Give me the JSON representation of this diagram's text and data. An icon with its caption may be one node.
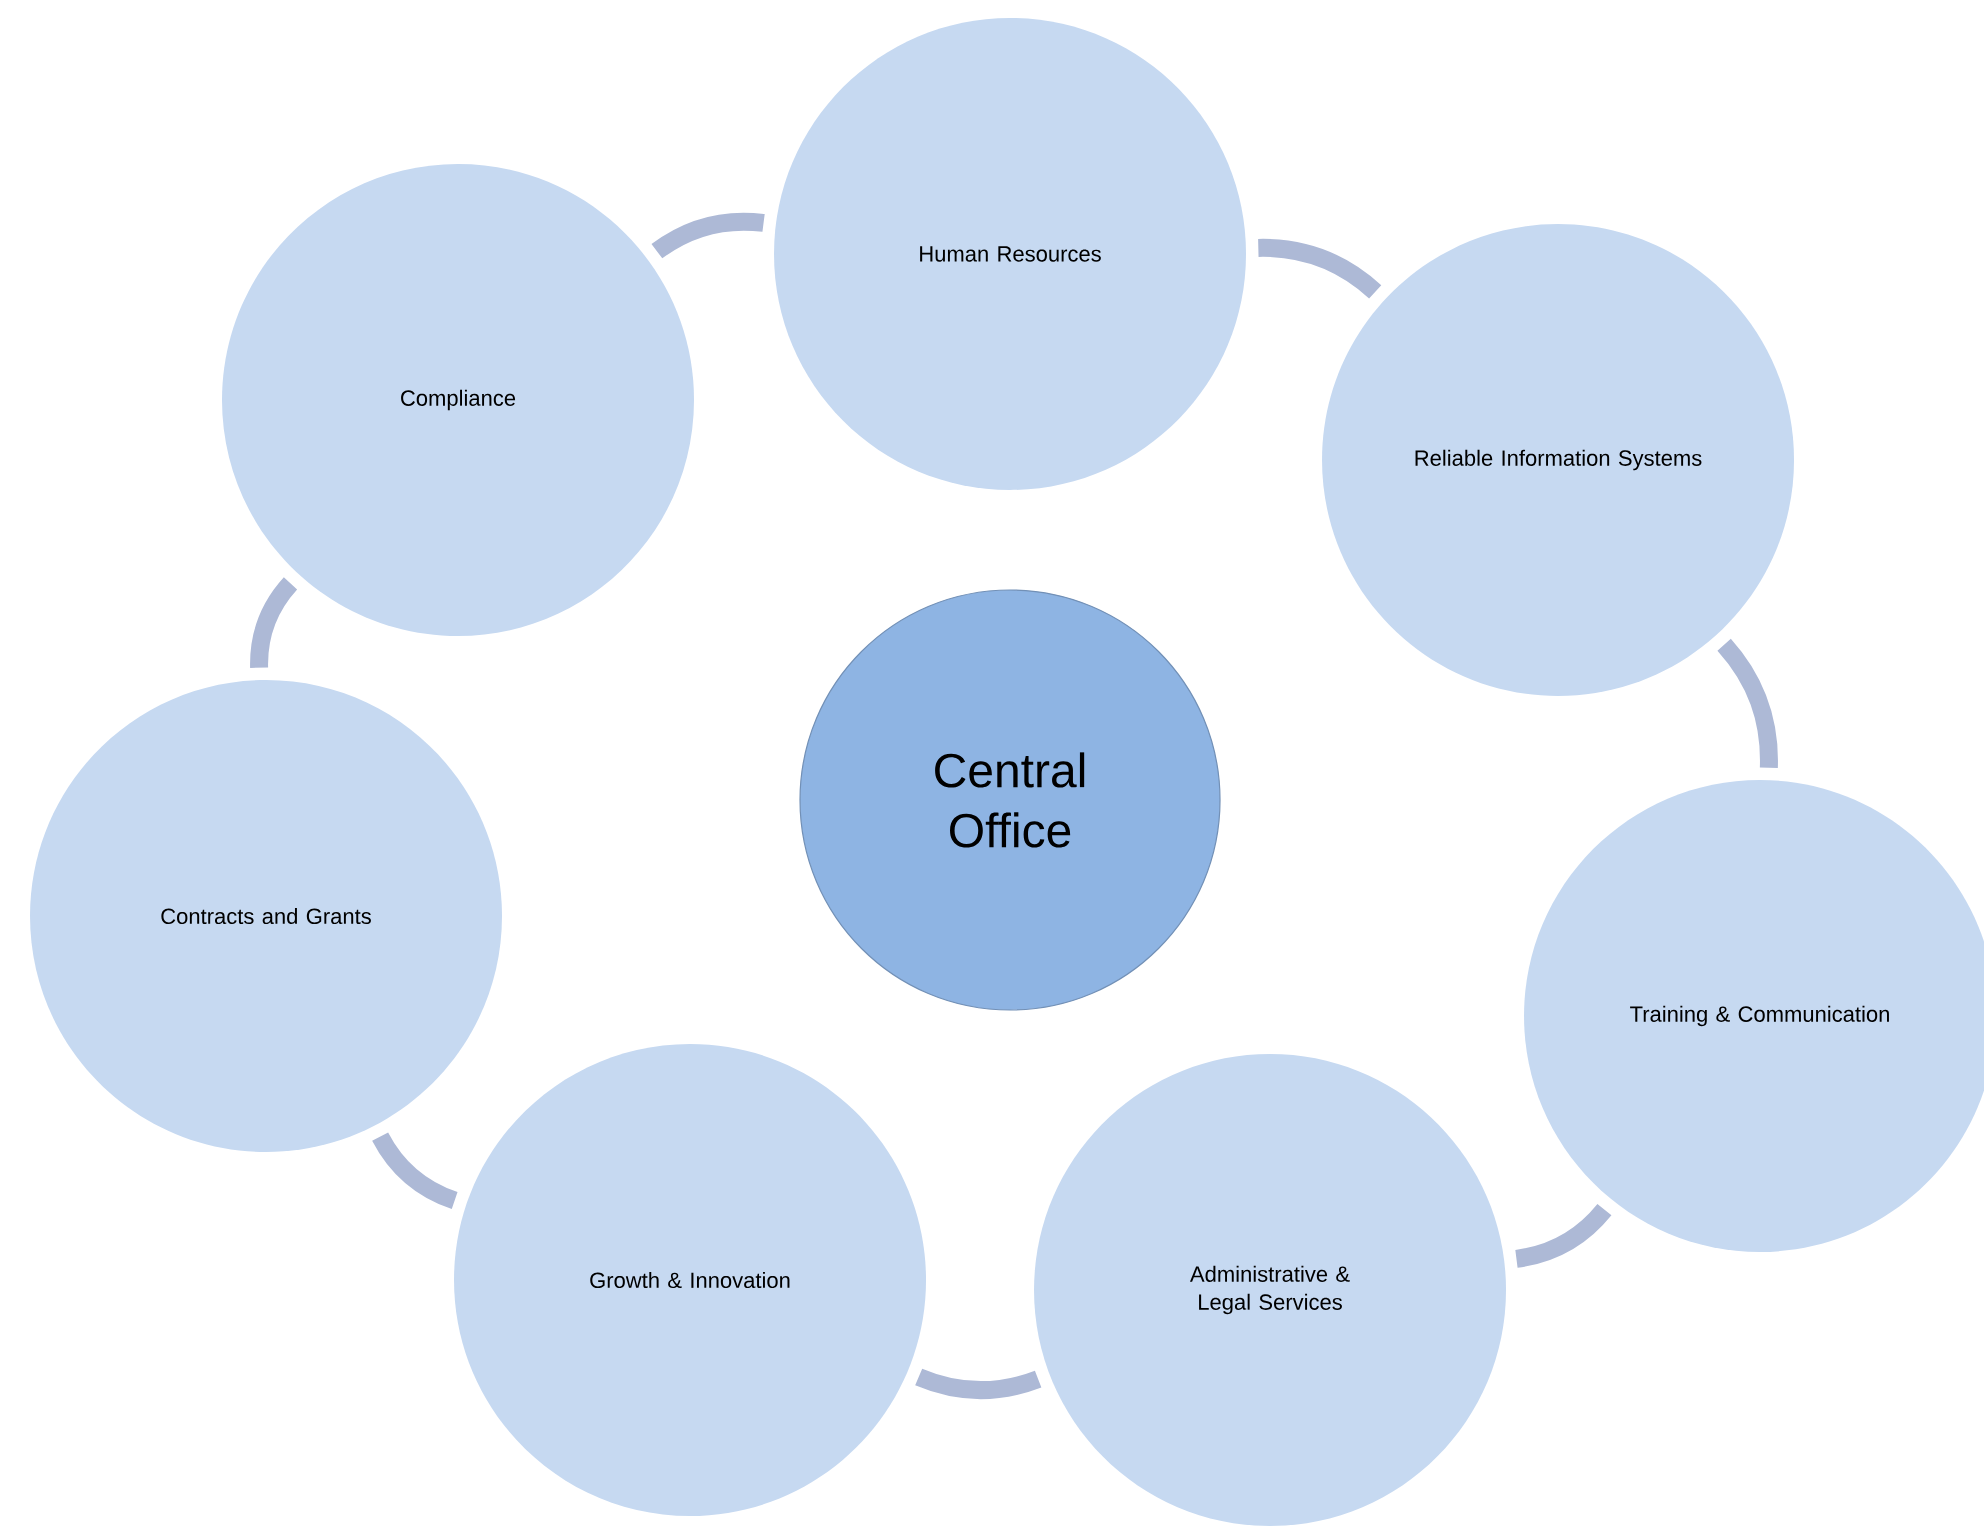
{
  "diagram": {
    "nodes": [
      {
        "text": [
          "Human Resources"
        ]
      },
      {
        "text": [
          "Reliable Information Systems"
        ]
      },
      {
        "text": [
          "Training & Communication"
        ]
      },
      {
        "text": [
          "Administrative & Legal Services"
        ]
      },
      {
        "text": [
          "Growth & Innovation"
        ]
      },
      {
        "text": [
          "Contracts and Grants"
        ]
      },
      {
        "text": [
          "Compliance"
        ]
      },
      {
        "text": [
          "Central Office"
        ]
      }
    ],
    "edges": [
      {
        "from": 0,
        "to": 1,
        "arrow": "none"
      },
      {
        "from": 1,
        "to": 2,
        "arrow": "none"
      },
      {
        "from": 2,
        "to": 3,
        "arrow": "none"
      },
      {
        "from": 3,
        "to": 4,
        "arrow": "none"
      },
      {
        "from": 4,
        "to": 5,
        "arrow": "none"
      },
      {
        "from": 5,
        "to": 6,
        "arrow": "none"
      },
      {
        "from": 6,
        "to": 0,
        "arrow": "none"
      }
    ]
  }
}
